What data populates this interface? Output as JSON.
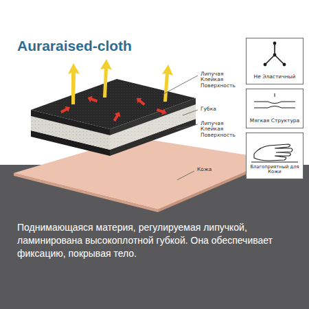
{
  "diagram": {
    "title": "Auraraised-cloth",
    "caption": "Поднимающаяся материя, регулируемая липучкой, ламинирована высокоплотной губкой. Она обеспечивает фиксацию, покрывая тело.",
    "nodes": [
      {
        "text": [
          "Не Эластичный"
        ]
      },
      {
        "text": [
          "Мягкая Структура"
        ]
      },
      {
        "text": [
          "Благоприятный для Кожи"
        ]
      }
    ],
    "labels": [
      "Липучая Клейкая Поверхность",
      "Губка",
      "Липучая Клейкая Поверхность",
      "Кожа"
    ]
  }
}
